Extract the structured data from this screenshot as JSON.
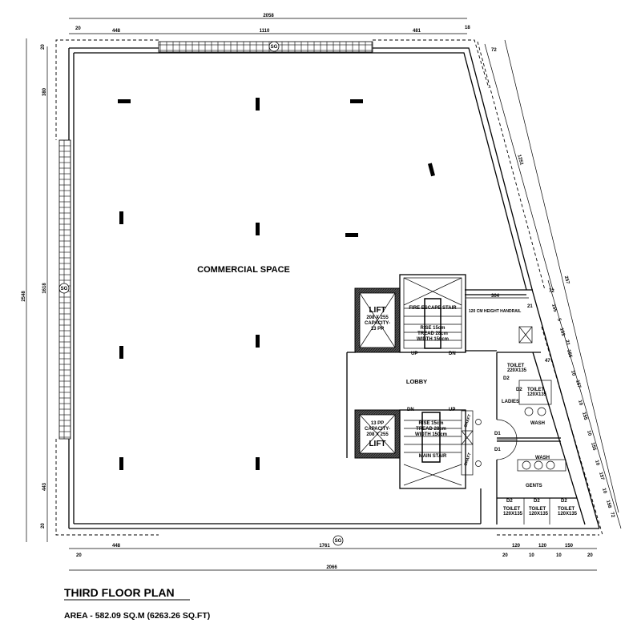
{
  "title": {
    "plan_name": "THIRD FLOOR PLAN",
    "area": "AREA - 582.09 SQ.M (6263.26 SQ.FT)"
  },
  "rooms": {
    "commercial": "COMMERCIAL SPACE",
    "lobby": "LOBBY",
    "lift_top": {
      "name": "LIFT",
      "size": "208 X 255",
      "capacity": "CAPACITY-",
      "persons": "13 PP"
    },
    "lift_bottom": {
      "name": "LIFT",
      "size": "208 X 255",
      "capacity": "CAPACITY-",
      "persons": "13 PP"
    },
    "fire_stair": {
      "name": "FIRE ESCAPE STAIR",
      "riser": "RISE 15cm",
      "tread": "TREAD 28cm",
      "width": "WIDTH 150cm",
      "up": "UP",
      "dn": "DN"
    },
    "main_stair": {
      "name": "MAIN STAIR",
      "riser": "RISE 15cm",
      "tread": "TREAD 28cm",
      "width": "WIDTH 150cm",
      "up": "UP",
      "dn": "DN"
    },
    "handrail": "120 CM HEIGHT HANDRAIL",
    "ladies": "LADIES",
    "gents": "GENTS",
    "wash": "WASH",
    "toilet_1": {
      "name": "TOILET",
      "size": "220X135"
    },
    "toilet_2": {
      "name": "TOILET",
      "size": "120X135"
    },
    "toilet_3": {
      "name": "TOILET",
      "size": "120X135"
    },
    "toilet_4": {
      "name": "TOILET",
      "size": "120X135"
    },
    "toilet_5": {
      "name": "TOILET",
      "size": "120X135"
    },
    "doors": {
      "d1": "D1",
      "d2": "D2"
    },
    "shaft": "SHAFT",
    "sg": "SG"
  },
  "dimensions": {
    "top_total": "2058",
    "top_segments": [
      "20",
      "448",
      "1110",
      "481",
      "18"
    ],
    "bottom_total": "2066",
    "bottom_segments": [
      "20",
      "448",
      "1761",
      "20",
      "120",
      "10",
      "120",
      "10",
      "150",
      "20"
    ],
    "left_total": "2548",
    "left_segments": [
      "20",
      "380",
      "1618",
      "443",
      "20"
    ],
    "right_slant_long": "1251",
    "right_slant_small": "72",
    "right_slant_total": "257",
    "right_slant_segments": [
      "72",
      "155",
      "5",
      "153",
      "21",
      "155",
      "10",
      "157",
      "10",
      "155",
      "10",
      "155",
      "10",
      "157",
      "10",
      "158",
      "72"
    ],
    "ledge": "304",
    "ledge_small": "21",
    "wall_47": "47"
  }
}
